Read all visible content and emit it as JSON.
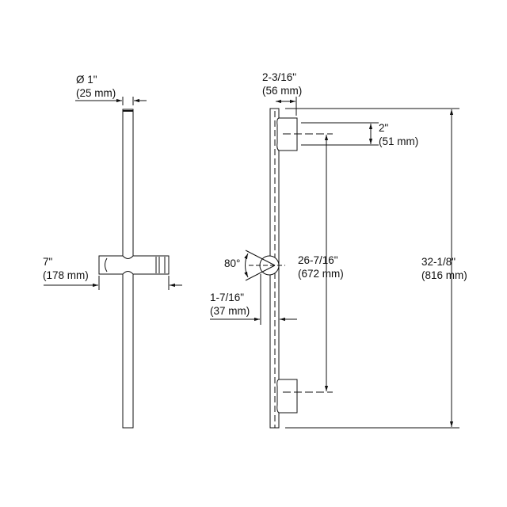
{
  "side_view": {
    "diameter": {
      "in": "Ø 1\"",
      "mm": "(25 mm)"
    },
    "holder_width": {
      "in": "7\"",
      "mm": "(178 mm)"
    }
  },
  "front_view": {
    "depth": {
      "in": "2-3/16\"",
      "mm": "(56 mm)"
    },
    "bracket_height": {
      "in": "2\"",
      "mm": "(51 mm)"
    },
    "bracket_spacing": {
      "in": "26-7/16\"",
      "mm": "(672 mm)"
    },
    "overall_height": {
      "in": "32-1/8\"",
      "mm": "(816 mm)"
    },
    "angle": "80°",
    "knob_offset": {
      "in": "1-7/16\"",
      "mm": "(37 mm)"
    }
  }
}
